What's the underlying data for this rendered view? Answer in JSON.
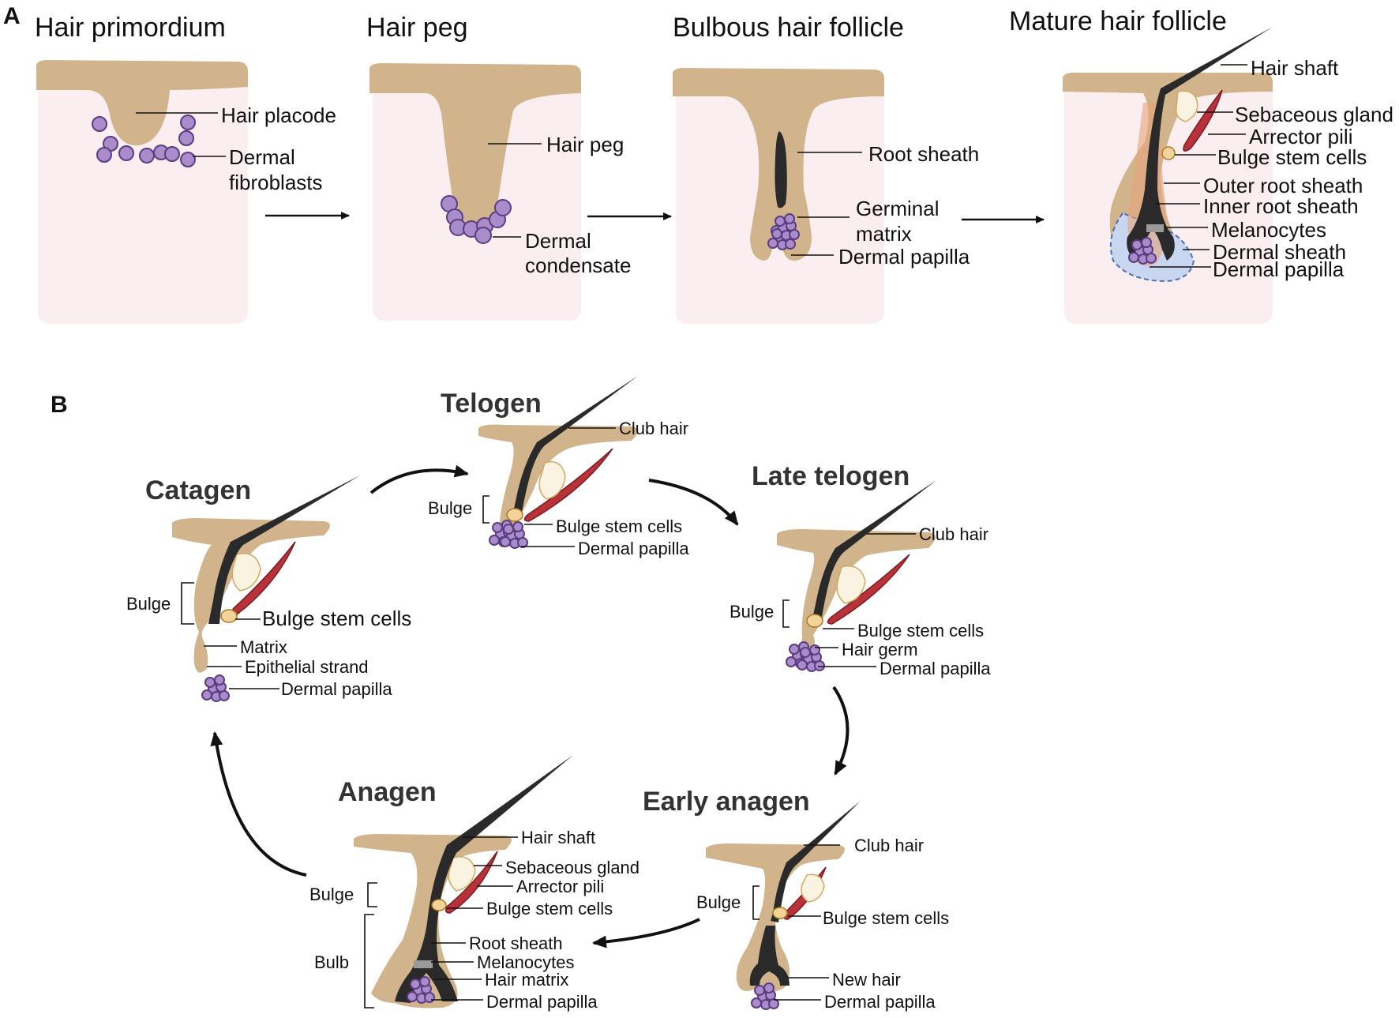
{
  "panel_a": {
    "letter": "A",
    "stages": [
      {
        "title": "Hair primordium",
        "labels": [
          "Hair placode",
          "Dermal",
          "fibroblasts"
        ]
      },
      {
        "title": "Hair peg",
        "labels": [
          "Hair peg",
          "Dermal",
          "condensate"
        ]
      },
      {
        "title": "Bulbous hair follicle",
        "labels": [
          "Root sheath",
          "Germinal",
          "matrix",
          "Dermal papilla"
        ]
      },
      {
        "title": "Mature hair follicle",
        "labels": [
          "Hair shaft",
          "Sebaceous gland",
          "Arrector pili",
          "Bulge stem cells",
          "Outer root sheath",
          "Inner root sheath",
          "Melanocytes",
          "Dermal sheath",
          "Dermal papilla"
        ]
      }
    ]
  },
  "panel_b": {
    "letter": "B",
    "telogen": {
      "title": "Telogen",
      "labels": [
        "Club hair",
        "Bulge",
        "Bulge stem cells",
        "Dermal papilla"
      ]
    },
    "catagen": {
      "title": "Catagen",
      "labels": [
        "Bulge",
        "Bulge stem cells",
        "Matrix",
        "Epithelial strand",
        "Dermal papilla"
      ]
    },
    "late_telogen": {
      "title": "Late telogen",
      "labels": [
        "Club hair",
        "Bulge",
        "Bulge stem cells",
        "Hair germ",
        "Dermal papilla"
      ]
    },
    "early_anagen": {
      "title": "Early anagen",
      "labels": [
        "Club hair",
        "Bulge",
        "Bulge stem cells",
        "New hair",
        "Dermal papilla"
      ]
    },
    "anagen": {
      "title": "Anagen",
      "labels": [
        "Hair shaft",
        "Sebaceous gland",
        "Arrector pili",
        "Bulge",
        "Bulge stem cells",
        "Bulb",
        "Root sheath",
        "Melanocytes",
        "Hair matrix",
        "Dermal papilla"
      ]
    }
  }
}
